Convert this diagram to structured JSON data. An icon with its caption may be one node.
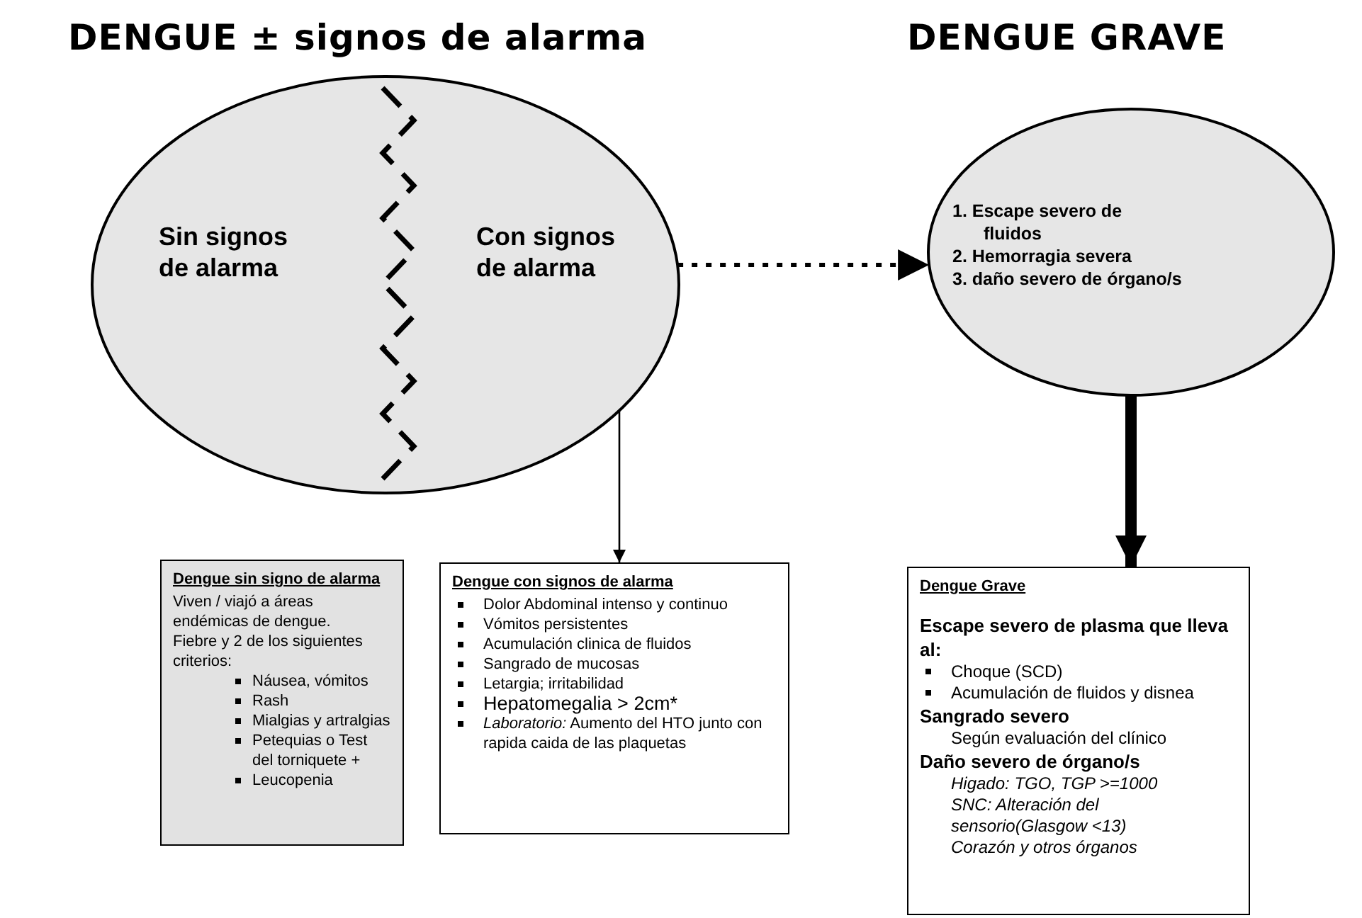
{
  "diagram": {
    "nodes": [
      {
        "text": [
          "DENGUE ± signos de alarma",
          "Sin signos de alarma",
          "Con signos de alarma"
        ]
      },
      {
        "text": [
          "DENGUE GRAVE",
          "1. Escape severo de fluidos",
          "2. Hemorragia severa",
          "3. daño severo de órgano/s"
        ]
      },
      {
        "text": [
          "Dengue sin signo de alarma",
          "Viven / viajó a áreas endémicas de dengue.",
          "Fiebre y 2 de los siguientes criterios:",
          "Náusea, vómitos",
          "Rash",
          "Mialgias y artralgias",
          "Petequias o Test del torniquete +",
          "Leucopenia"
        ]
      },
      {
        "text": [
          "Dengue con signos de alarma",
          "Dolor Abdominal intenso y continuo",
          "Vómitos persistentes",
          "Acumulación clinica de fluidos",
          "Sangrado de mucosas",
          "Letargia; irritabilidad",
          "Hepatomegalia > 2cm*",
          "*Laboratorio:* Aumento del HTO junto con rapida caida de las plaquetas"
        ]
      },
      {
        "text": [
          "Dengue Grave",
          "Escape severo de plasma que lleva al:",
          "Choque (SCD)",
          "Acumulación de fluidos y disnea",
          "Sangrado severo",
          "Según evaluación del clínico",
          "Daño severo de órgano/s",
          "Higado: TGO, TGP >=1000",
          "SNC: Alteración del sensorio(Glasgow <13)",
          "Corazón y otros órganos"
        ]
      }
    ],
    "edges": [
      {
        "from": 0,
        "to": 1,
        "arrow": "to",
        "style": "dashed"
      },
      {
        "from": 0,
        "to": 3,
        "arrow": "to"
      },
      {
        "from": 1,
        "to": 4,
        "arrow": "to",
        "style": "thick"
      }
    ]
  }
}
